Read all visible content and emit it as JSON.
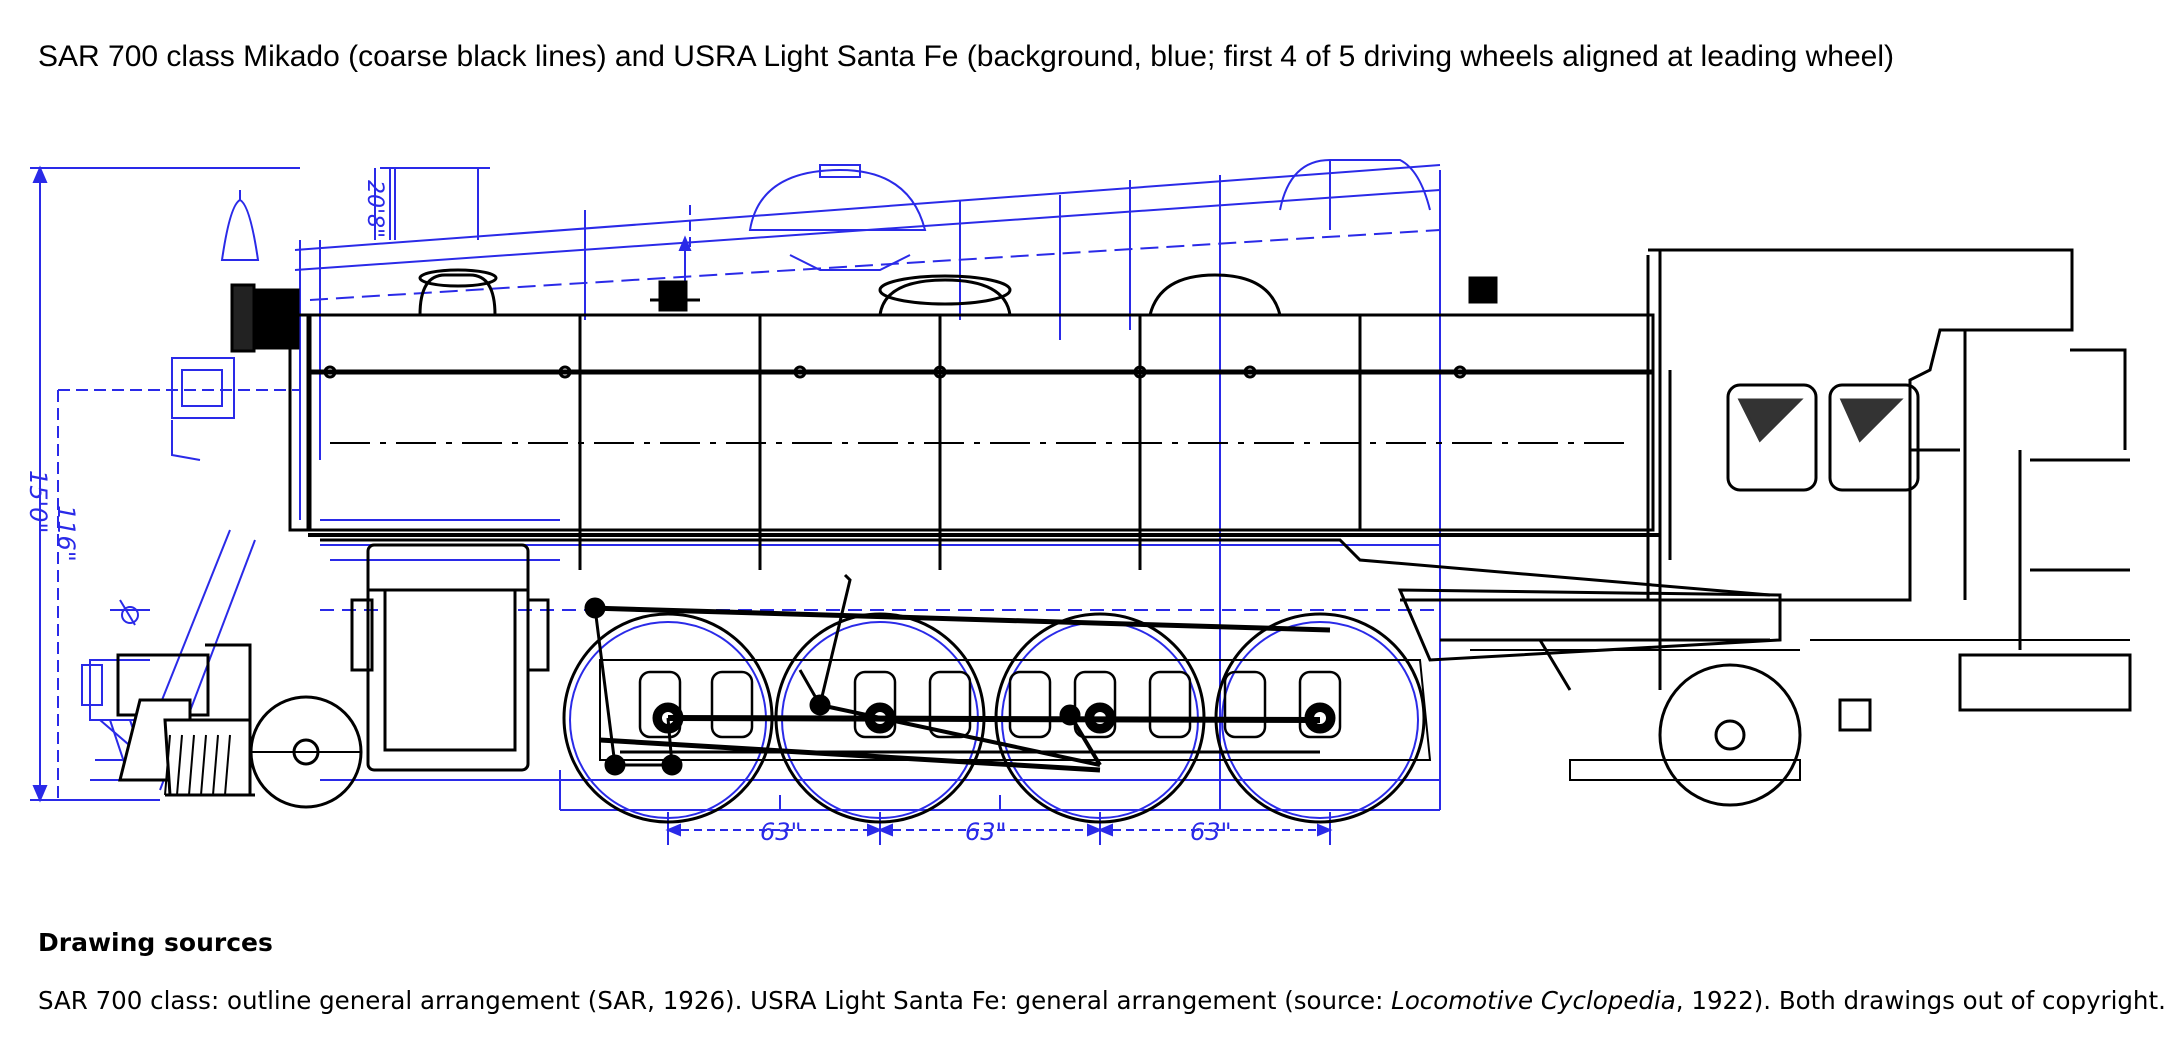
{
  "title": "SAR 700 class Mikado (coarse black lines) and USRA Light Santa Fe (background, blue; first 4 of 5 driving wheels aligned at leading wheel)",
  "colors": {
    "sar_outline": "#000000",
    "usra_background": "#2a2ae8",
    "page_background": "#ffffff"
  },
  "dimension_labels": {
    "overall_height": "15'0\"",
    "boiler_center": "116\"",
    "stack_height": "20'8\"",
    "wheel_spacing_1": "63\"",
    "wheel_spacing_2": "63\"",
    "wheel_spacing_3": "63\""
  },
  "sources": {
    "heading": "Drawing sources",
    "line_part1": "SAR 700 class: outline general arrangement (SAR, 1926).  USRA Light Santa Fe: general arrangement (source: ",
    "line_italic": "Locomotive Cyclopedia",
    "line_part2": ", 1922). Both drawings out of copyright."
  }
}
